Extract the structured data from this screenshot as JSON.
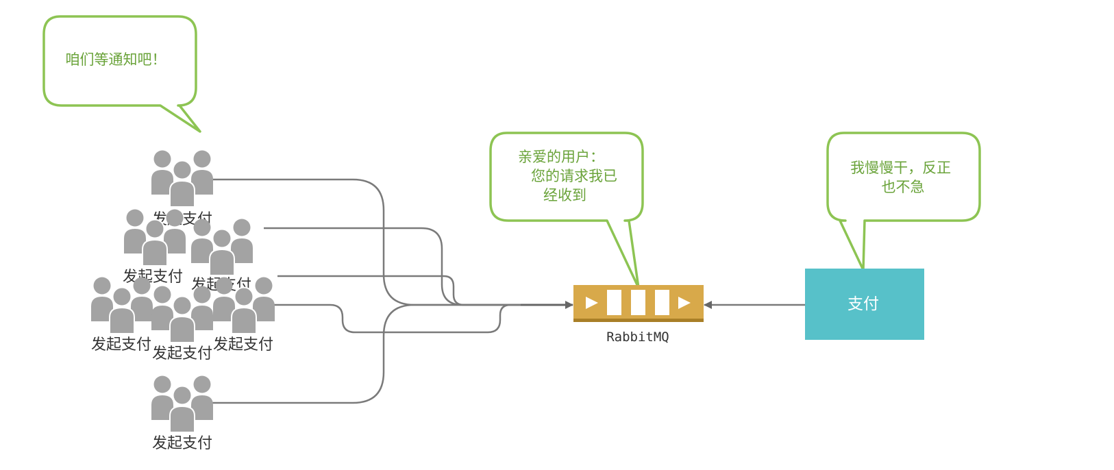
{
  "colors": {
    "bubble_border": "#8dc453",
    "bubble_text": "#6aa33a",
    "person_fill": "#a3a3a3",
    "connector": "#7a7a7a",
    "queue_fill": "#d8a94a",
    "queue_stripe": "#a97f27",
    "pay_box": "#57c1c9"
  },
  "bubbles": {
    "top_left": {
      "lines": [
        "咱们等通知吧！"
      ]
    },
    "queue": {
      "lines": [
        "亲爱的用户：",
        "您的请求我已",
        "经收到"
      ]
    },
    "pay": {
      "lines": [
        "我慢慢干，反正",
        "也不急"
      ]
    }
  },
  "users": [
    {
      "label": "发起支付",
      "icon": "user-group-icon"
    },
    {
      "label": "发起支付",
      "icon": "user-group-icon"
    },
    {
      "label": "发起支付",
      "icon": "user-group-icon"
    },
    {
      "label": "发起支付",
      "icon": "user-group-icon"
    },
    {
      "label": "发起支付",
      "icon": "user-group-icon"
    },
    {
      "label": "发起支付",
      "icon": "user-group-icon"
    },
    {
      "label": "发起支付",
      "icon": "user-group-icon"
    }
  ],
  "queue": {
    "label": "RabbitMQ",
    "icon": "message-queue-icon"
  },
  "pay_box": {
    "label": "支付"
  }
}
